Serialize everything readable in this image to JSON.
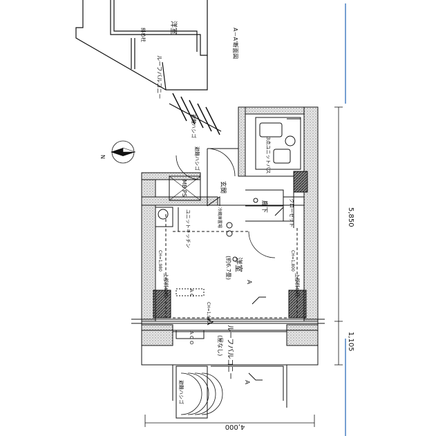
{
  "rooms": {
    "western_room_top": "洋室",
    "western_room_main": "洋室",
    "main_room_size": "(約6.7畳)",
    "roof_balcony_top": "ルーフバルコニー",
    "roof_balcony_bottom": "ルーフバルコニー",
    "roof_balcony_bottom_note": "(屋なし)",
    "entrance": "玄関",
    "hallway": "廊下",
    "unit_bath": "3点ユニットバス",
    "closet": "クローゼット",
    "mbps": "MB PS",
    "kitchen": "ユニットキッチン",
    "fridge_space": "冷蔵庫置場",
    "ac_top": "A C",
    "ac_bottom": "A C O"
  },
  "labels": {
    "section_mark": "A－A'断面図",
    "slanted_pillar_top": "斜め柱",
    "slanted_pillar_left": "上部斜め柱",
    "slanted_pillar_right": "上部斜め柱",
    "evac_ladder_top": "避難ハシゴ",
    "evac_ladder_bottom": "避難ハシゴ",
    "evac_ladder_note": "避難ハシゴ",
    "ceiling_height_left": "CH=1,980",
    "ceiling_height_right": "CH=1,800",
    "ceiling_height_bottom": "CH=1,980",
    "section_a1": "A",
    "section_a2": "A"
  },
  "dimensions": {
    "height_main": "5,850",
    "height_balcony": "1,105",
    "width_total": "4,000"
  },
  "compass": {
    "north": "N"
  }
}
